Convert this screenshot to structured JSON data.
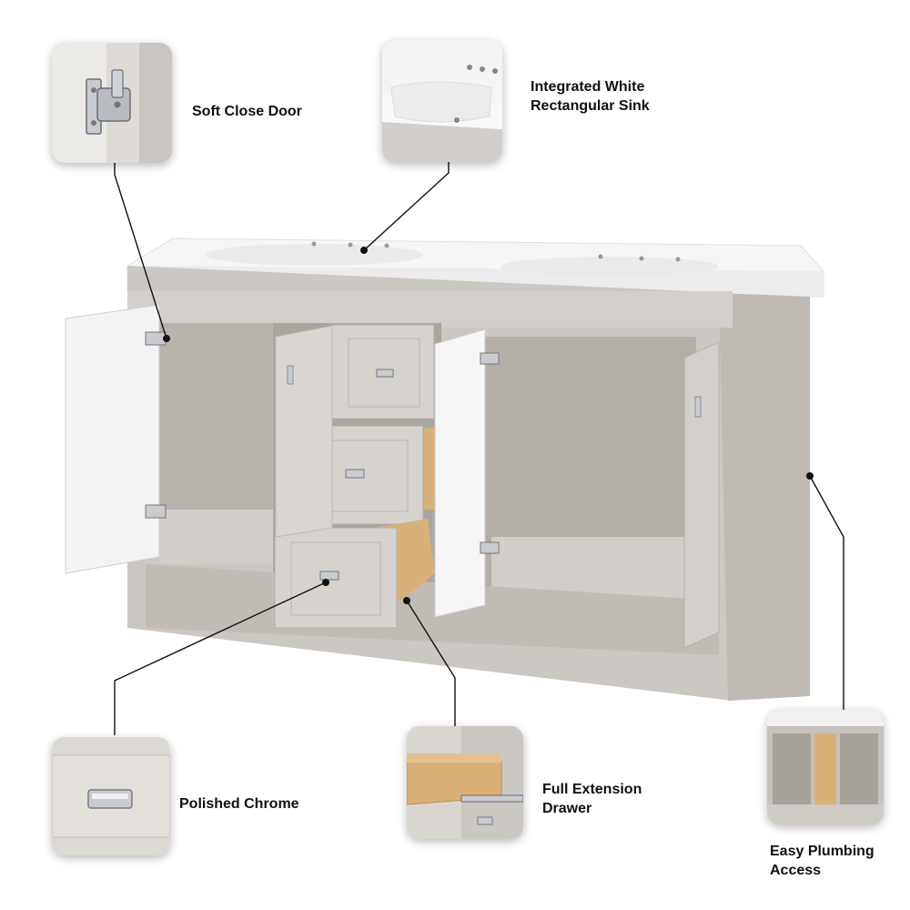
{
  "features": {
    "soft_close": {
      "lines": [
        "Soft Close Door"
      ],
      "icon": "hinge-icon"
    },
    "sink": {
      "lines": [
        "Integrated White",
        "Rectangular Sink"
      ],
      "icon": "sink-icon"
    },
    "chrome": {
      "lines": [
        "Polished Chrome"
      ],
      "icon": "drawer-pull-icon"
    },
    "drawer": {
      "lines": [
        "Full Extension",
        "Drawer"
      ],
      "icon": "drawer-slide-icon"
    },
    "plumbing": {
      "lines": [
        "Easy Plumbing",
        "Access"
      ],
      "icon": "open-back-icon"
    }
  },
  "colors": {
    "cabinet": "#c9c5c0",
    "cabinet_shadow": "#b5b0aa",
    "countertop": "#f7f7f7",
    "wood": "#d9b078",
    "chrome": "#c8ccd0",
    "leader": "#111111"
  }
}
